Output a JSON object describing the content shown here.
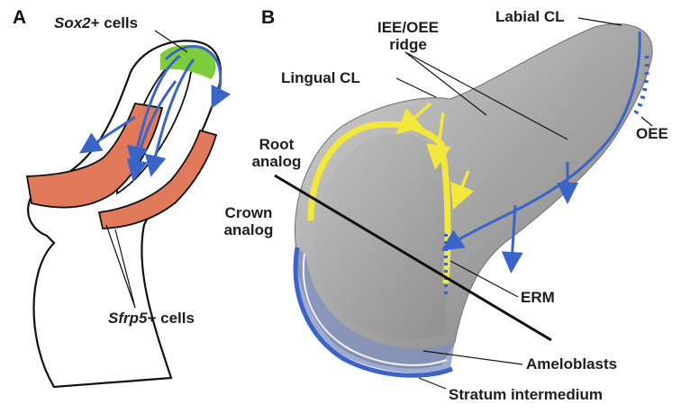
{
  "panel_a": {
    "letter": "A",
    "sox2_label": {
      "gene": "Sox2",
      "suffix": "+ cells"
    },
    "sfrp5_label": {
      "gene": "Sfrp5",
      "suffix": "+ cells"
    }
  },
  "panel_b": {
    "letter": "B",
    "labels": {
      "iee_oee": "IEE/OEE",
      "ridge": "ridge",
      "labial_cl": "Labial CL",
      "lingual_cl": "Lingual CL",
      "root": "Root",
      "root_analog": "analog",
      "crown": "Crown",
      "crown_analog": "analog",
      "oee": "OEE",
      "erm": "ERM",
      "ameloblasts": "Ameloblasts",
      "stratum": "Stratum intermedium"
    }
  },
  "colors": {
    "blue": "#3a64c8",
    "yellow": "#f2e73a",
    "orange": "#e07a5a",
    "green": "#7ccc3c",
    "gray": "#9a9a9a"
  }
}
